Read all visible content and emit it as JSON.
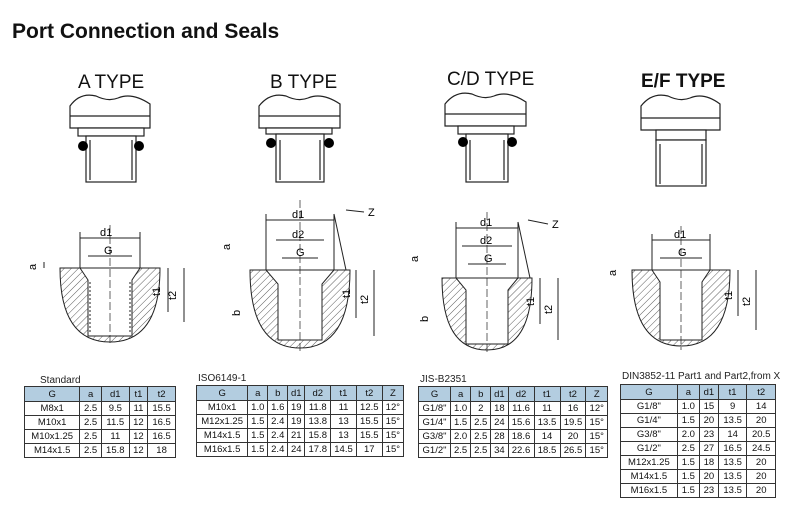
{
  "title": "Port Connection and Seals",
  "types": [
    {
      "label": "A TYPE"
    },
    {
      "label": "B TYPE"
    },
    {
      "label": "C/D TYPE"
    },
    {
      "label": "E/F TYPE"
    }
  ],
  "dims": {
    "G": "G",
    "d1": "d1",
    "d2": "d2",
    "a": "a",
    "b": "b",
    "t1": "t1",
    "t2": "t2",
    "Z": "Z"
  },
  "tables": [
    {
      "caption": "Standard",
      "headers": [
        "G",
        "a",
        "d1",
        "t1",
        "t2"
      ],
      "rows": [
        [
          "M8x1",
          "2.5",
          "9.5",
          "11",
          "15.5"
        ],
        [
          "M10x1",
          "2.5",
          "11.5",
          "12",
          "16.5"
        ],
        [
          "M10x1.25",
          "2.5",
          "11",
          "12",
          "16.5"
        ],
        [
          "M14x1.5",
          "2.5",
          "15.8",
          "12",
          "18"
        ]
      ]
    },
    {
      "caption": "ISO6149-1",
      "headers": [
        "G",
        "a",
        "b",
        "d1",
        "d2",
        "t1",
        "t2",
        "Z"
      ],
      "rows": [
        [
          "M10x1",
          "1.0",
          "1.6",
          "19",
          "11.8",
          "11",
          "12.5",
          "12°"
        ],
        [
          "M12x1.25",
          "1.5",
          "2.4",
          "19",
          "13.8",
          "13",
          "15.5",
          "15°"
        ],
        [
          "M14x1.5",
          "1.5",
          "2.4",
          "21",
          "15.8",
          "13",
          "15.5",
          "15°"
        ],
        [
          "M16x1.5",
          "1.5",
          "2.4",
          "24",
          "17.8",
          "14.5",
          "17",
          "15°"
        ]
      ]
    },
    {
      "caption": "JIS-B2351",
      "headers": [
        "G",
        "a",
        "b",
        "d1",
        "d2",
        "t1",
        "t2",
        "Z"
      ],
      "rows": [
        [
          "G1/8\"",
          "1.0",
          "2",
          "18",
          "11.6",
          "11",
          "16",
          "12°"
        ],
        [
          "G1/4\"",
          "1.5",
          "2.5",
          "24",
          "15.6",
          "13.5",
          "19.5",
          "15°"
        ],
        [
          "G3/8\"",
          "2.0",
          "2.5",
          "28",
          "18.6",
          "14",
          "20",
          "15°"
        ],
        [
          "G1/2\"",
          "2.5",
          "2.5",
          "34",
          "22.6",
          "18.5",
          "26.5",
          "15°"
        ]
      ]
    },
    {
      "caption": "DIN3852-11 Part1 and Part2,from X",
      "headers": [
        "G",
        "a",
        "d1",
        "t1",
        "t2"
      ],
      "rows": [
        [
          "G1/8\"",
          "1.0",
          "15",
          "9",
          "14"
        ],
        [
          "G1/4\"",
          "1.5",
          "20",
          "13.5",
          "20"
        ],
        [
          "G3/8\"",
          "2.0",
          "23",
          "14",
          "20.5"
        ],
        [
          "G1/2\"",
          "2.5",
          "27",
          "16.5",
          "24.5"
        ],
        [
          "M12x1.25",
          "1.5",
          "18",
          "13.5",
          "20"
        ],
        [
          "M14x1.5",
          "1.5",
          "20",
          "13.5",
          "20"
        ],
        [
          "M16x1.5",
          "1.5",
          "23",
          "13.5",
          "20"
        ]
      ]
    }
  ],
  "colors": {
    "header_bg": "#b3cde0",
    "seal": "#000000",
    "line": "#222222"
  }
}
